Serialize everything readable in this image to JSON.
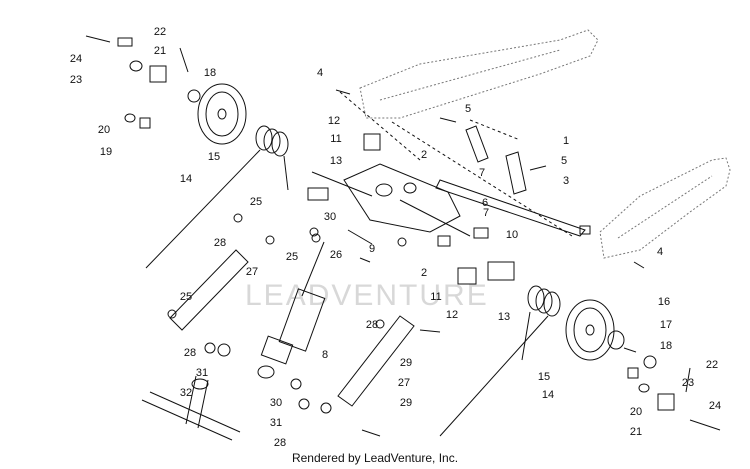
{
  "footer_text": "Rendered by LeadVenture, Inc.",
  "watermark_text": "LEADVENTURE",
  "callouts": [
    "1",
    "2",
    "2",
    "3",
    "4",
    "4",
    "5",
    "5",
    "6",
    "7",
    "7",
    "8",
    "9",
    "10",
    "11",
    "11",
    "12",
    "12",
    "13",
    "13",
    "14",
    "14",
    "15",
    "15",
    "16",
    "17",
    "18",
    "18",
    "19",
    "20",
    "20",
    "21",
    "21",
    "22",
    "22",
    "23",
    "23",
    "24",
    "24",
    "25",
    "25",
    "25",
    "26",
    "27",
    "27",
    "28",
    "28",
    "28",
    "28",
    "29",
    "29",
    "30",
    "30",
    "31",
    "31",
    "32"
  ],
  "colors": {
    "line": "#111111",
    "frame_hatch": "#9a9a9a",
    "watermark": "#d8d8d8"
  },
  "icons": [
    "bolt",
    "washer",
    "nut",
    "pulley-wheel",
    "torsion-spring",
    "shock-absorber",
    "axle",
    "bushing",
    "frame-rail",
    "linkage-arm"
  ]
}
